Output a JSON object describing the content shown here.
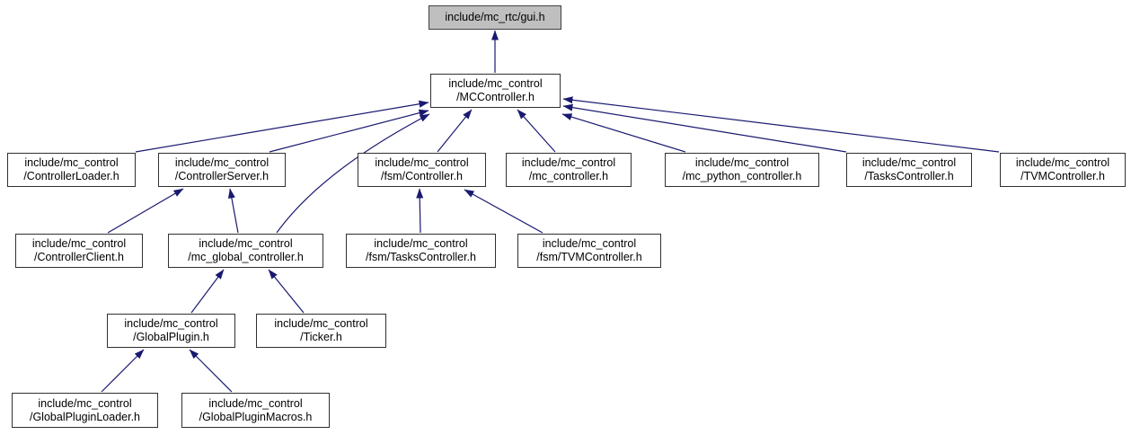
{
  "diagram": {
    "type": "include-dependency-graph",
    "colors": {
      "edge": "#191970",
      "node_border": "#303030",
      "node_fill": "#ffffff",
      "highlight_fill": "#bfbfbf",
      "highlight_border": "#404040",
      "text": "#000000"
    },
    "nodes": {
      "gui": {
        "line1": "include/mc_rtc/gui.h",
        "highlighted": true
      },
      "mccontroller": {
        "line1": "include/mc_control",
        "line2": "/MCController.h"
      },
      "controller_loader": {
        "line1": "include/mc_control",
        "line2": "/ControllerLoader.h"
      },
      "controller_server": {
        "line1": "include/mc_control",
        "line2": "/ControllerServer.h"
      },
      "fsm_controller": {
        "line1": "include/mc_control",
        "line2": "/fsm/Controller.h"
      },
      "mc_controller": {
        "line1": "include/mc_control",
        "line2": "/mc_controller.h"
      },
      "mc_python_controller": {
        "line1": "include/mc_control",
        "line2": "/mc_python_controller.h"
      },
      "tasks_controller": {
        "line1": "include/mc_control",
        "line2": "/TasksController.h"
      },
      "tvm_controller": {
        "line1": "include/mc_control",
        "line2": "/TVMController.h"
      },
      "controller_client": {
        "line1": "include/mc_control",
        "line2": "/ControllerClient.h"
      },
      "mc_global_controller": {
        "line1": "include/mc_control",
        "line2": "/mc_global_controller.h"
      },
      "fsm_tasks_controller": {
        "line1": "include/mc_control",
        "line2": "/fsm/TasksController.h"
      },
      "fsm_tvm_controller": {
        "line1": "include/mc_control",
        "line2": "/fsm/TVMController.h"
      },
      "global_plugin": {
        "line1": "include/mc_control",
        "line2": "/GlobalPlugin.h"
      },
      "ticker": {
        "line1": "include/mc_control",
        "line2": "/Ticker.h"
      },
      "global_plugin_loader": {
        "line1": "include/mc_control",
        "line2": "/GlobalPluginLoader.h"
      },
      "global_plugin_macros": {
        "line1": "include/mc_control",
        "line2": "/GlobalPluginMacros.h"
      }
    },
    "edges": [
      {
        "from": "mccontroller",
        "to": "gui"
      },
      {
        "from": "controller_loader",
        "to": "mccontroller"
      },
      {
        "from": "controller_server",
        "to": "mccontroller"
      },
      {
        "from": "mc_global_controller",
        "to": "mccontroller"
      },
      {
        "from": "fsm_controller",
        "to": "mccontroller"
      },
      {
        "from": "mc_controller",
        "to": "mccontroller"
      },
      {
        "from": "mc_python_controller",
        "to": "mccontroller"
      },
      {
        "from": "tasks_controller",
        "to": "mccontroller"
      },
      {
        "from": "tvm_controller",
        "to": "mccontroller"
      },
      {
        "from": "controller_client",
        "to": "controller_server"
      },
      {
        "from": "mc_global_controller",
        "to": "controller_server"
      },
      {
        "from": "fsm_tasks_controller",
        "to": "fsm_controller"
      },
      {
        "from": "fsm_tvm_controller",
        "to": "fsm_controller"
      },
      {
        "from": "global_plugin",
        "to": "mc_global_controller"
      },
      {
        "from": "ticker",
        "to": "mc_global_controller"
      },
      {
        "from": "global_plugin_loader",
        "to": "global_plugin"
      },
      {
        "from": "global_plugin_macros",
        "to": "global_plugin"
      }
    ]
  }
}
